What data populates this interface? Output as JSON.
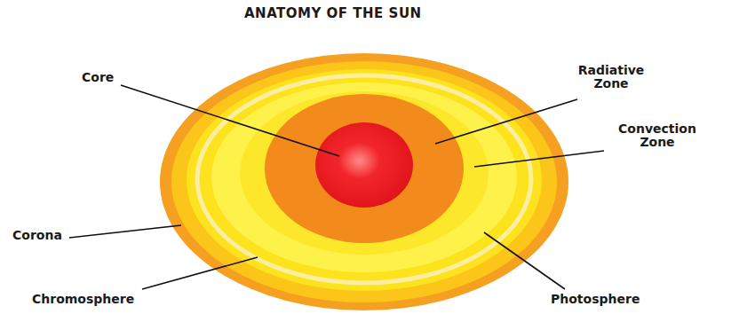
{
  "diagram": {
    "title": "ANATOMY OF THE SUN",
    "labels": [
      "Core",
      "Radiative Zone",
      "Convection Zone",
      "Corona",
      "Chromosphere",
      "Photosphere"
    ]
  }
}
